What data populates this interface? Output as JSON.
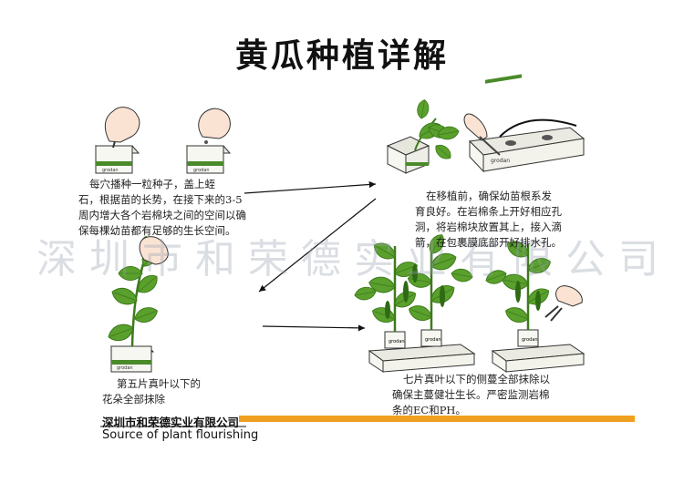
{
  "title": "黄瓜种植详解",
  "captions": {
    "step1": [
      "每穴播种一粒种子，盖上蛭",
      "石，根据苗的长势，在接下来的3-5",
      "周内增大各个岩棉块之间的空间以确",
      "保每棵幼苗都有足够的生长空间。"
    ],
    "step2": [
      "在移植前，确保幼苗根系发",
      "育良好。在岩棉条上开好相应孔",
      "洞，将岩棉块放置其上，接入滴",
      "箭，在包裹膜底部开好排水孔。"
    ],
    "step3": [
      "第五片真叶以下的",
      "花朵全部抹除"
    ],
    "step4": [
      "七片真叶以下的侧蔓全部抹除以",
      "确保主蔓健壮生长。严密监测岩棉",
      "条的EC和PH。"
    ]
  },
  "block_label": "grodan",
  "watermark": "深圳市和荣德实业有限公司",
  "footer": {
    "company": "深圳市和荣德实业有限公司",
    "source": "Source of plant flourishing"
  },
  "colors": {
    "accent_bar": "#f0a020",
    "leaf": "#5aa02c",
    "leaf_dark": "#3d7a1c",
    "block": "#f7f7f2",
    "block_stripe": "#4a8a2a"
  }
}
